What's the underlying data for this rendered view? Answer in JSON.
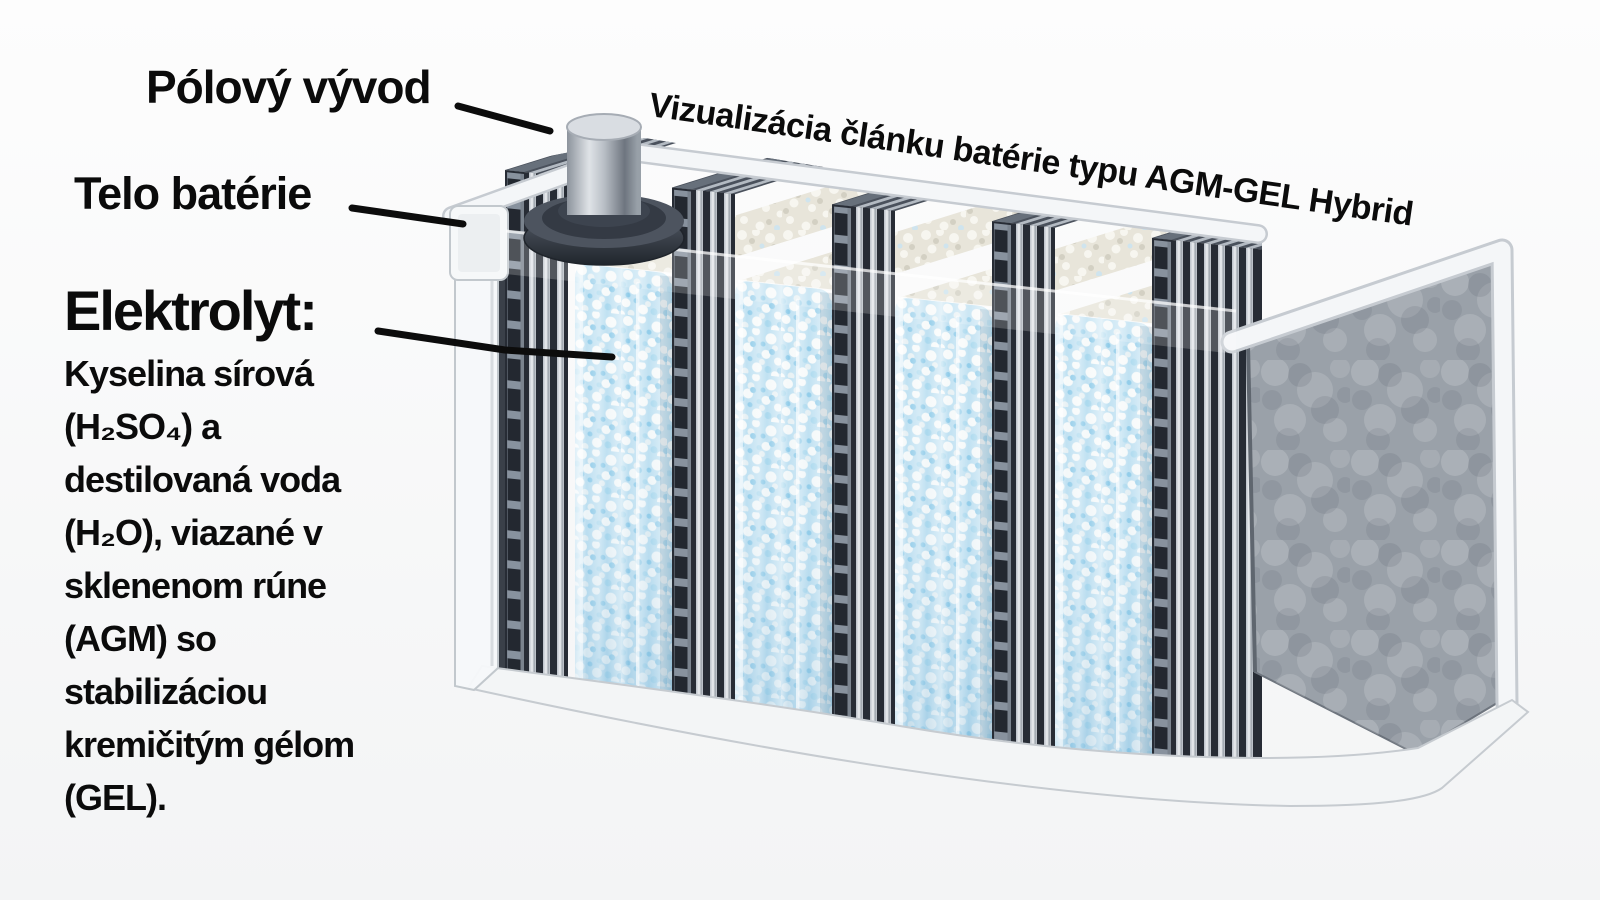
{
  "title": {
    "text": "Vizualizácia článku batérie typu AGM-GEL Hybrid"
  },
  "labels": {
    "terminal": "Pólový vývod",
    "body": "Telo batérie",
    "electrolyte_heading": "Elektrolyt:"
  },
  "electrolyte_description": {
    "lines": [
      "Kyselina sírová",
      "(H₂SO₄) a",
      "destilovaná voda",
      "(H₂O), viazané v",
      "sklenenom rúne",
      "(AGM) so",
      "stabilizáciou",
      "kremičitým gélom",
      "(GEL)."
    ]
  },
  "colors": {
    "text": "#0b0b0b",
    "agm_mat_blue": "#bfe1f2",
    "agm_mat_white": "#f7fafa",
    "mat_top_beige": "#e8e5da",
    "plate_dark": "#272c35",
    "plate_light": "#c3c9cf",
    "end_plate_gray": "#9aa1a9",
    "case_white": "#f4f6f8",
    "leader_line": "#0c0c0c"
  }
}
